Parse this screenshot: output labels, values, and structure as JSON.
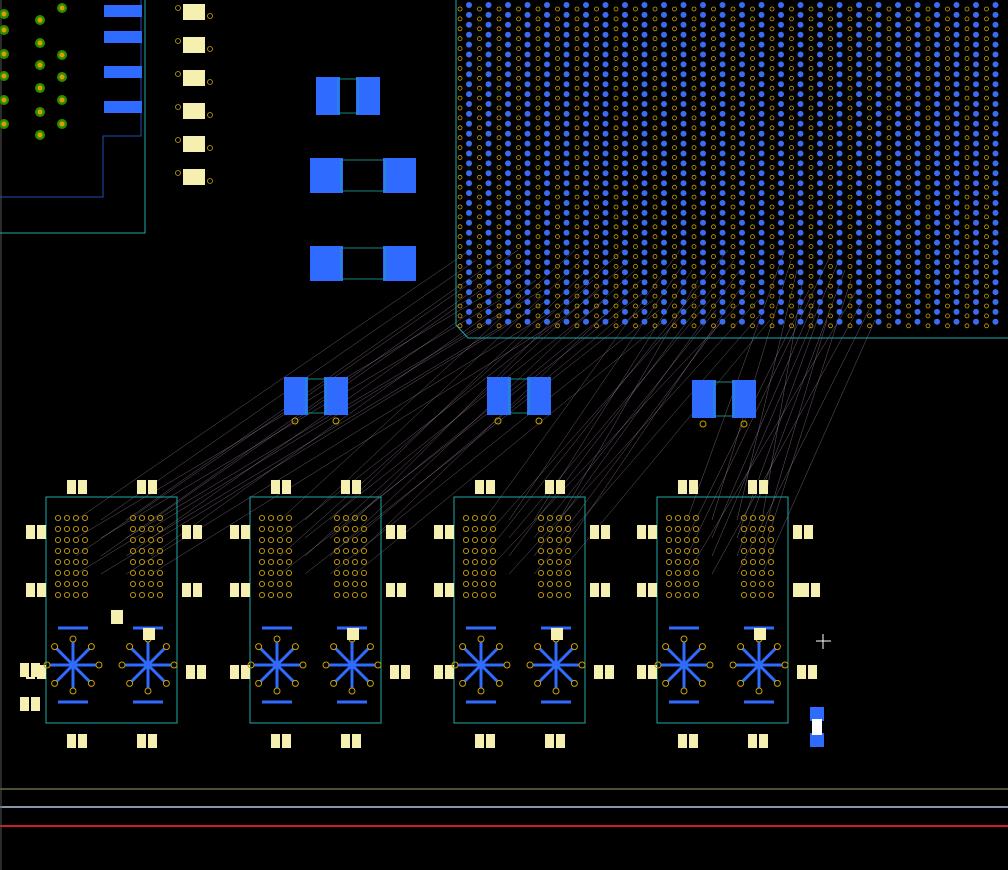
{
  "view": {
    "name": "pcb-layout-editor-viewport",
    "background": "#000000"
  },
  "colors": {
    "top_copper": "#2f6bff",
    "bga_pad": "#3b6cf0",
    "via_ring": "#c9a200",
    "via_drill": "#111111",
    "outline": "#1fa7a7",
    "smd_pad": "#f5f0b0",
    "ratsnest": "#c9a6c9",
    "connector_ring": "#2e8b00",
    "connector_drill": "#d6a000",
    "board_edge_primary": "#cc1f1f",
    "board_edge_secondary": "#b9c3e6",
    "board_edge_tertiary": "#a39a6a",
    "cursor": "#ffffff"
  },
  "components": {
    "bga_package": {
      "type": "BGA",
      "rows": 33,
      "cols": 28
    },
    "connector": {
      "type": "header",
      "pads": 12
    },
    "memory_blocks": {
      "count": 4
    },
    "capacitors_large": {
      "count": 2
    },
    "resistors_medium": {
      "count": 4
    },
    "resistor_vertical": {
      "count": 1
    },
    "small_component_column": {
      "count": 6
    }
  },
  "cursor": {
    "type": "crosshair"
  }
}
